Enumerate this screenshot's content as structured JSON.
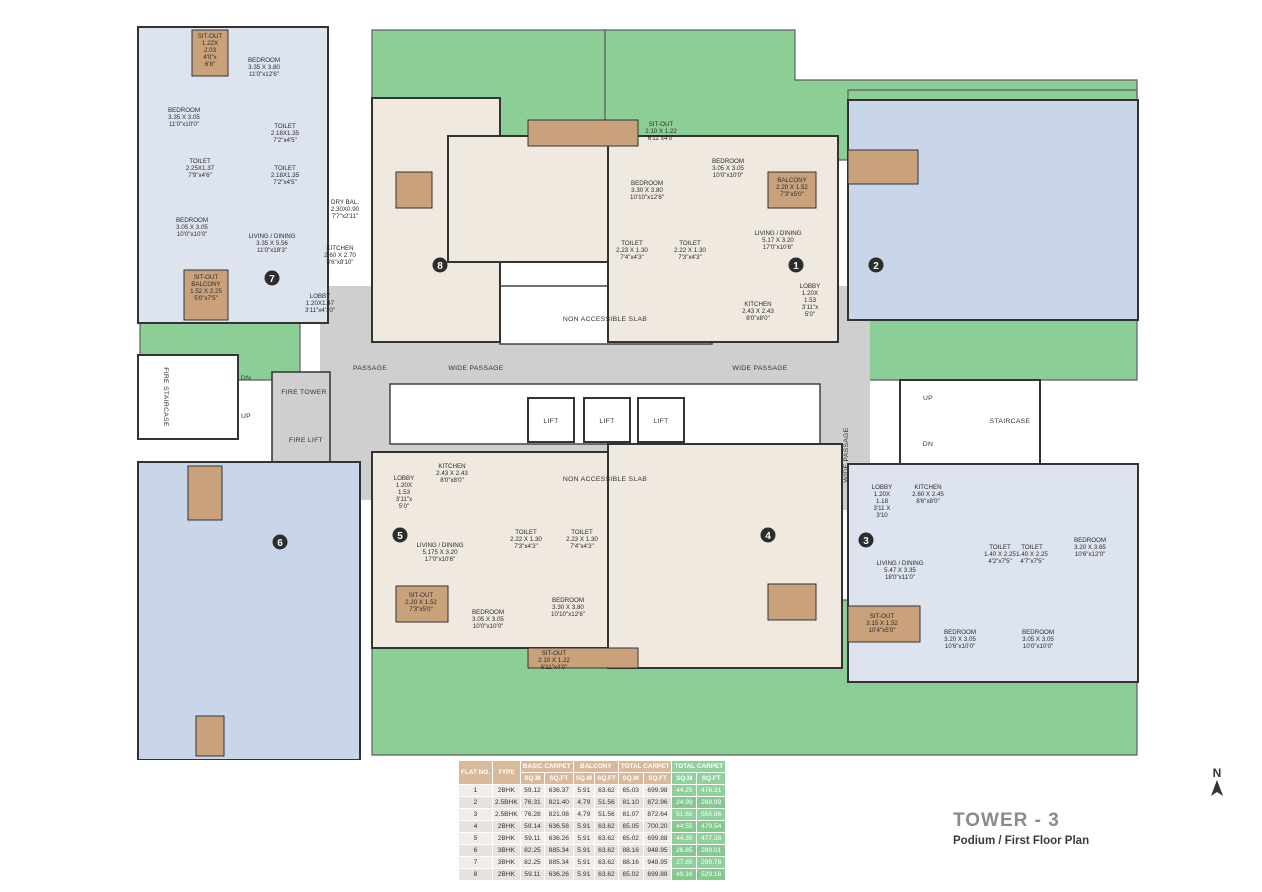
{
  "title": "TOWER - 3",
  "subtitle": "Podium / First Floor Plan",
  "north": "N",
  "colors": {
    "garden": "#8ccf96",
    "unit_beige": "#efe9df",
    "unit_blue": "#c9d6ea",
    "passage": "#cfcfcf",
    "wood": "#c9a27c",
    "badge": "#2d2d2d"
  },
  "flats": [
    {
      "no": "1",
      "type": "2BHK"
    },
    {
      "no": "2",
      "type": "2.5BHK"
    },
    {
      "no": "3",
      "type": "2.5BHK"
    },
    {
      "no": "4",
      "type": "2BHK"
    },
    {
      "no": "5",
      "type": "2BHK"
    },
    {
      "no": "6",
      "type": "3BHK"
    },
    {
      "no": "7",
      "type": "3BHK"
    },
    {
      "no": "8",
      "type": "2BHK"
    }
  ],
  "rooms": {
    "f7_sitout": [
      "SIT-OUT",
      "1.22X",
      "2.03",
      "4'0\"x",
      "6'8\""
    ],
    "f7_bed1": [
      "BEDROOM",
      "3.35 X 3.80",
      "11'0\"x12'6\""
    ],
    "f7_bed2": [
      "BEDROOM",
      "3.35 X 3.05",
      "11'0\"x10'0\""
    ],
    "f7_toilet1": [
      "TOILET",
      "2.18X1.35",
      "7'2\"x4'5\""
    ],
    "f7_toilet2": [
      "TOILET",
      "2.18X1.35",
      "7'2\"x4'5\""
    ],
    "f7_toilet3": [
      "TOILET",
      "2.25X1.37",
      "7'9\"x4'6\""
    ],
    "f7_bed3": [
      "BEDROOM",
      "3.05 X 3.05",
      "10'0\"x10'0\""
    ],
    "f7_drybal": [
      "DRY BAL.",
      "2.30X0.90",
      "7'7\"x2'11\""
    ],
    "f7_living": [
      "LIVING / DINING",
      "3.35 X 5.56",
      "11'0\"x18'3\""
    ],
    "f7_kitchen": [
      "KITCHEN",
      "2.60 X 2.70",
      "8'6\"x8'10\""
    ],
    "f7_sitoutbal": [
      "SIT-OUT",
      "BALCONY",
      "1.52 X 2.25",
      "5'0\"x7'5\""
    ],
    "f7_lobby": [
      "LOBBY",
      "1.20X1.47",
      "3'11\"x4'10\""
    ],
    "f1_sitout": [
      "SIT-OUT",
      "2.10 X 1.22",
      "6'11\"x4'0\""
    ],
    "f1_bed1": [
      "BEDROOM",
      "3.30 X 3.80",
      "10'10\"x12'6\""
    ],
    "f1_bed2": [
      "BEDROOM",
      "3.05 X 3.05",
      "10'0\"x10'0\""
    ],
    "f1_balcony": [
      "BALCONY",
      "2.20 X 1.52",
      "7'3\"x5'0\""
    ],
    "f1_toilet1": [
      "TOILET",
      "2.23 X 1.30",
      "7'4\"x4'3\""
    ],
    "f1_toilet2": [
      "TOILET",
      "2.22 X 1.30",
      "7'3\"x4'3\""
    ],
    "f1_living": [
      "LIVING / DINING",
      "5.17 X 3.20",
      "17'0\"x10'6\""
    ],
    "f1_kitchen": [
      "KITCHEN",
      "2.43 X 2.43",
      "8'0\"x8'0\""
    ],
    "f1_lobby": [
      "LOBBY",
      "1.20X",
      "1.53",
      "3'11\"x",
      "5'0\""
    ],
    "f5_kitchen": [
      "KITCHEN",
      "2.43 X 2.43",
      "8'0\"x8'0\""
    ],
    "f5_lobby": [
      "LOBBY",
      "1.20X",
      "1.53",
      "3'11\"x",
      "5'0\""
    ],
    "f5_living": [
      "LIVING / DINING",
      "5.175 X 3.20",
      "17'0\"x10'6\""
    ],
    "f5_toilet1": [
      "TOILET",
      "2.22 X 1.30",
      "7'3\"x4'3\""
    ],
    "f5_toilet2": [
      "TOILET",
      "2.23 X 1.30",
      "7'4\"x4'3\""
    ],
    "f5_sitout": [
      "SIT-OUT",
      "2.20 X 1.52",
      "7'3\"x5'0\""
    ],
    "f5_bed1": [
      "BEDROOM",
      "3.05 X 3.05",
      "10'0\"x10'0\""
    ],
    "f5_bed2": [
      "BEDROOM",
      "3.30 X 3.80",
      "10'10\"x12'6\""
    ],
    "f5_sitout2": [
      "SIT-OUT",
      "2.10 X 1.22",
      "6'11\"x4'0\""
    ],
    "f3_lobby": [
      "LOBBY",
      "1.20X",
      "1.18",
      "3'11 X",
      "3'10"
    ],
    "f3_kitchen": [
      "KITCHEN",
      "2.60 X 2.45",
      "8'6\"x8'0\""
    ],
    "f3_living": [
      "LIVING / DINING",
      "5.47 X 3.35",
      "18'0\"x11'0\""
    ],
    "f3_toilet1": [
      "TOILET",
      "1.40 X 2.25",
      "4'2\"x7'5\""
    ],
    "f3_toilet2": [
      "TOILET",
      "1.40 X 2.25",
      "4'7\"x7'5\""
    ],
    "f3_bed1": [
      "BEDROOM",
      "3.20 X 3.65",
      "10'6\"x12'0\""
    ],
    "f3_sitout": [
      "SIT-OUT",
      "3.15 X 1.52",
      "10'4\"x5'0\""
    ],
    "f3_bed2": [
      "BEDROOM",
      "3.20 X 3.05",
      "10'6\"x10'0\""
    ],
    "f3_bed3": [
      "BEDROOM",
      "3.05 X 3.05",
      "10'0\"x10'0\""
    ]
  },
  "common_labels": {
    "passage": "PASSAGE",
    "wide_passage_left": "WIDE PASSAGE",
    "wide_passage_right": "WIDE PASSAGE",
    "wide_passage_vertical": "WIDE PASSAGE",
    "non_accessible_top": "NON ACCESSIBLE SLAB",
    "non_accessible_bottom": "NON ACCESSIBLE SLAB",
    "lift1": "LIFT",
    "lift2": "LIFT",
    "lift3": "LIFT",
    "fire_staircase": "FIRE STAIRCASE",
    "fire_tower": "FIRE TOWER",
    "fire_lift": "FIRE LIFT",
    "staircase": "STAIRCASE",
    "dn_left": "DN",
    "up_left": "UP",
    "up_right": "UP",
    "dn_right": "DN"
  },
  "table": {
    "headers": {
      "flat_no": "FLAT NO.",
      "type": "TYPE",
      "basic_carpet": "BASIC CARPET",
      "balcony": "BALCONY",
      "total_carpet": "TOTAL CARPET",
      "total_carpet_green": "TOTAL CARPET"
    },
    "units": {
      "a": "SQ.M",
      "b": "SQ.FT",
      "c": "SQ.M",
      "d": "SQ.FT",
      "e": "SQ.M",
      "f": "SQ.FT",
      "g": "SQ.M",
      "h": "SQ.FT"
    },
    "rows": [
      {
        "no": "1",
        "type": "2BHK",
        "b_m": "59.12",
        "b_f": "636.37",
        "bal_m": "5.91",
        "bal_f": "63.62",
        "t_m": "65.03",
        "t_f": "699.98",
        "g_m": "44.25",
        "g_f": "476.31"
      },
      {
        "no": "2",
        "type": "2.5BHK",
        "b_m": "76.31",
        "b_f": "821.40",
        "bal_m": "4.79",
        "bal_f": "51.56",
        "t_m": "81.10",
        "t_f": "872.96",
        "g_m": "24.99",
        "g_f": "268.99"
      },
      {
        "no": "3",
        "type": "2.5BHK",
        "b_m": "76.28",
        "b_f": "821.08",
        "bal_m": "4.79",
        "bal_f": "51.56",
        "t_m": "81.07",
        "t_f": "872.64",
        "g_m": "51.65",
        "g_f": "555.96"
      },
      {
        "no": "4",
        "type": "2BHK",
        "b_m": "59.14",
        "b_f": "636.58",
        "bal_m": "5.91",
        "bal_f": "63.62",
        "t_m": "65.05",
        "t_f": "700.20",
        "g_m": "44.55",
        "g_f": "479.54"
      },
      {
        "no": "5",
        "type": "2BHK",
        "b_m": "59.11",
        "b_f": "636.26",
        "bal_m": "5.91",
        "bal_f": "63.62",
        "t_m": "65.02",
        "t_f": "699.88",
        "g_m": "44.35",
        "g_f": "477.38"
      },
      {
        "no": "6",
        "type": "3BHK",
        "b_m": "82.25",
        "b_f": "885.34",
        "bal_m": "5.91",
        "bal_f": "63.62",
        "t_m": "88.16",
        "t_f": "948.95",
        "g_m": "26.85",
        "g_f": "289.01"
      },
      {
        "no": "7",
        "type": "3BHK",
        "b_m": "82.25",
        "b_f": "885.34",
        "bal_m": "5.91",
        "bal_f": "63.62",
        "t_m": "88.16",
        "t_f": "948.95",
        "g_m": "27.85",
        "g_f": "299.78"
      },
      {
        "no": "8",
        "type": "2BHK",
        "b_m": "59.11",
        "b_f": "636.26",
        "bal_m": "5.91",
        "bal_f": "63.62",
        "t_m": "65.02",
        "t_f": "699.88",
        "g_m": "49.16",
        "g_f": "529.16"
      }
    ]
  }
}
